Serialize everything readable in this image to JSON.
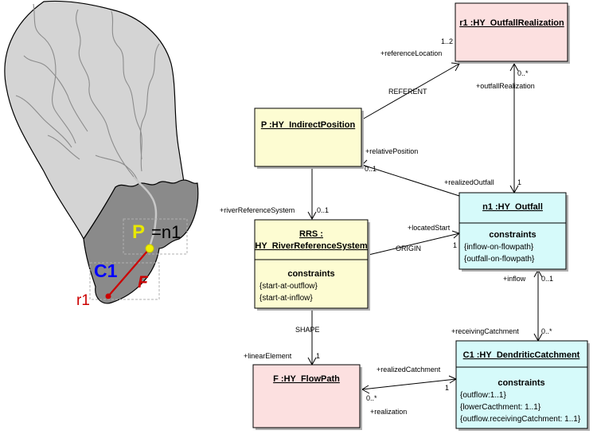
{
  "map": {
    "label_p": "P",
    "label_eq_n1": "=n1",
    "label_c1": "C1",
    "label_f": "F",
    "label_r1": "r1",
    "colors": {
      "p": "#e8e800",
      "c1": "#0000ff",
      "f": "#cc0000",
      "r1": "#cc0000"
    }
  },
  "classes": {
    "outfall_realization": {
      "title": "r1 :HY_OutfallRealization"
    },
    "indirect_position": {
      "title": "P :HY_IndirectPosition"
    },
    "river_reference_system": {
      "title_line1": "RRS :",
      "title_line2": "HY_RiverReferenceSystem",
      "constraints_label": "constraints",
      "constraints": [
        "{start-at-outflow}",
        "{start-at-inflow}"
      ]
    },
    "outfall": {
      "title": "n1 :HY_Outfall",
      "constraints_label": "constraints",
      "constraints": [
        "{inflow-on-flowpath}",
        "{outfall-on-flowpath}"
      ]
    },
    "flowpath": {
      "title": "F :HY_FlowPath"
    },
    "dendritic_catchment": {
      "title": "C1 :HY_DendriticCatchment",
      "constraints_label": "constraints",
      "constraints": [
        "{outflow:1..1}",
        "{lowerCacthment: 1..1}",
        "{outflow.receivingCatchment: 1..1}"
      ]
    }
  },
  "associations": {
    "referent": {
      "name": "REFERENT",
      "role": "+referenceLocation",
      "mult": "1..2"
    },
    "outfall_realization": {
      "role": "+outfallRealization",
      "mult": "0..*"
    },
    "relative_position": {
      "role": "+relativePosition",
      "mult": "0..1"
    },
    "realized_outfall": {
      "role": "+realizedOutfall",
      "mult": "1"
    },
    "river_reference_system": {
      "role": "+riverReferenceSystem",
      "mult": "0..1"
    },
    "origin": {
      "name": "ORIGIN",
      "role": "+locatedStart",
      "mult": "1"
    },
    "inflow": {
      "role": "+inflow",
      "mult": "0..1"
    },
    "receiving_catchment": {
      "role": "+receivingCatchment",
      "mult": "0..*"
    },
    "shape": {
      "name": "SHAPE",
      "role": "+linearElement",
      "mult": "1"
    },
    "realized_catchment": {
      "role": "+realizedCatchment",
      "mult": "1"
    },
    "realization": {
      "role": "+realization",
      "mult": "0..*"
    }
  }
}
